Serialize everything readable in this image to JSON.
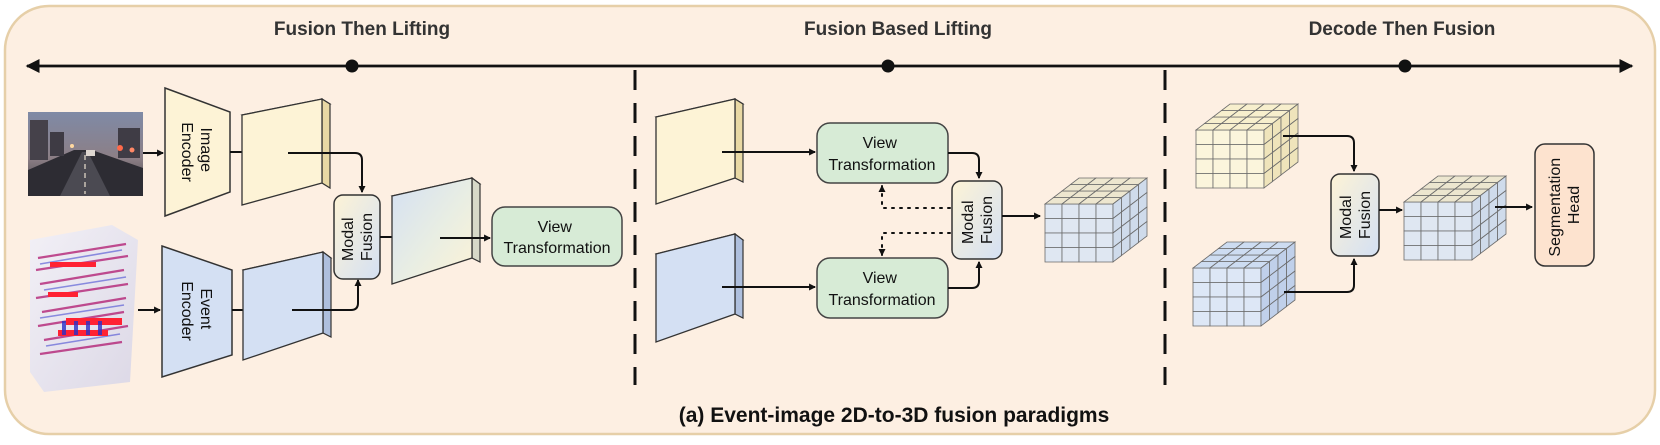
{
  "sections": {
    "left_title": "Fusion Then Lifting",
    "middle_title": "Fusion Based Lifting",
    "right_title": "Decode Then Fusion"
  },
  "labels": {
    "image_encoder": [
      "Image",
      "Encoder"
    ],
    "event_encoder": [
      "Event",
      "Encoder"
    ],
    "modal_fusion": [
      "Modal",
      "Fusion"
    ],
    "view_transformation": [
      "View",
      "Transformation"
    ],
    "segmentation_head": [
      "Segmentation",
      "Head"
    ]
  },
  "caption": "(a) Event-image 2D-to-3D fusion paradigms",
  "colors": {
    "panel_fill": "#fdefe2",
    "panel_stroke": "#e6cfa8",
    "image_feature": "#fdf3d6",
    "event_feature": "#d4e0f3",
    "view_box": "#d7ebd6",
    "view_stroke": "#7da87a",
    "seg_head": "#fde3cf",
    "dark": "#111111"
  },
  "icons": [
    "street-photo-thumbnail",
    "event-point-cloud-thumbnail",
    "voxel-cube-icon"
  ]
}
